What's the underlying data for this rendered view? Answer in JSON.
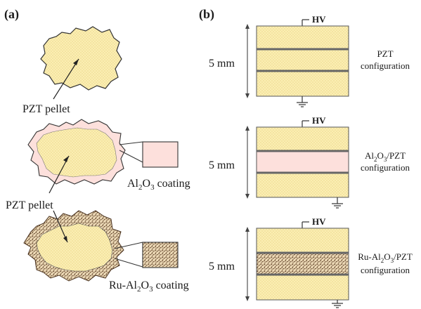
{
  "panel_a": {
    "label": "(a)",
    "pellet_label_1": "PZT pellet",
    "pellet_label_2": "PZT pellet",
    "coating_1": {
      "base": "Al",
      "sub1": "2",
      "mid": "O",
      "sub2": "3",
      "suffix": " coating"
    },
    "coating_2": {
      "base": "Ru-Al",
      "sub1": "2",
      "mid": "O",
      "sub2": "3",
      "suffix": " coating"
    }
  },
  "panel_b": {
    "label": "(b)",
    "hv_label": "HV",
    "dimension": "5 mm",
    "config_1": {
      "line1": "PZT",
      "line2": "configuration"
    },
    "config_2": {
      "pre": "Al",
      "sub1": "2",
      "mid": "O",
      "sub2": "3",
      "post": "/PZT",
      "line2": "configuration"
    },
    "config_3": {
      "pre": "Ru-Al",
      "sub1": "2",
      "mid": "O",
      "sub2": "3",
      "post": "/PZT",
      "line2": "configuration"
    }
  },
  "colors": {
    "pzt_fill": "#fbeeb3",
    "pzt_dot": "#d9be5c",
    "al2o3_fill": "#fde0dc",
    "ru_fill": "#e8d3b0",
    "ru_dot": "#5a3b22",
    "line": "#333333"
  }
}
